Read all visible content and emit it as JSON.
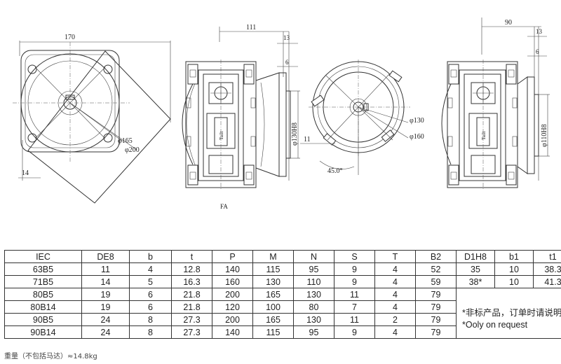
{
  "drawing": {
    "front_view": {
      "width_dim": "170",
      "phi_small": "φ165",
      "phi_large": "φ200",
      "bottom_dim": "14"
    },
    "side_view_1": {
      "len_dim": "111",
      "dim_13": "13",
      "dim_6": "6",
      "shaft_dim": "φ130H8",
      "plate_text": "Tailt",
      "caption": "FA"
    },
    "flange_view": {
      "phi_a": "φ130",
      "phi_b": "φ160",
      "dim_11": "11",
      "angle": "45.0°"
    },
    "side_view_2": {
      "len_dim": "90",
      "dim_13": "13",
      "dim_6": "6",
      "shaft_dim": "φ110H8",
      "plate_text": "Tailt"
    }
  },
  "table": {
    "headers": [
      "IEC",
      "DE8",
      "b",
      "t",
      "P",
      "M",
      "N",
      "S",
      "T",
      "B2",
      "D1H8",
      "b1",
      "t1"
    ],
    "rows": [
      [
        "63B5",
        "11",
        "4",
        "12.8",
        "140",
        "115",
        "95",
        "9",
        "4",
        "52"
      ],
      [
        "71B5",
        "14",
        "5",
        "16.3",
        "160",
        "130",
        "110",
        "9",
        "4",
        "59"
      ],
      [
        "80B5",
        "19",
        "6",
        "21.8",
        "200",
        "165",
        "130",
        "11",
        "4",
        "79"
      ],
      [
        "80B14",
        "19",
        "6",
        "21.8",
        "120",
        "100",
        "80",
        "7",
        "4",
        "79"
      ],
      [
        "90B5",
        "24",
        "8",
        "27.3",
        "200",
        "165",
        "130",
        "11",
        "2",
        "79"
      ],
      [
        "90B14",
        "24",
        "8",
        "27.3",
        "140",
        "115",
        "95",
        "9",
        "4",
        "79"
      ]
    ],
    "side_rows": [
      [
        "35",
        "10",
        "38.3"
      ],
      [
        "38*",
        "10",
        "41.3"
      ]
    ],
    "note_cn": "*非标产品，订单时请说明",
    "note_en": "*Ooly on request"
  },
  "footer": {
    "weight_text": "重量（不包括马达）≈14.8kg"
  }
}
